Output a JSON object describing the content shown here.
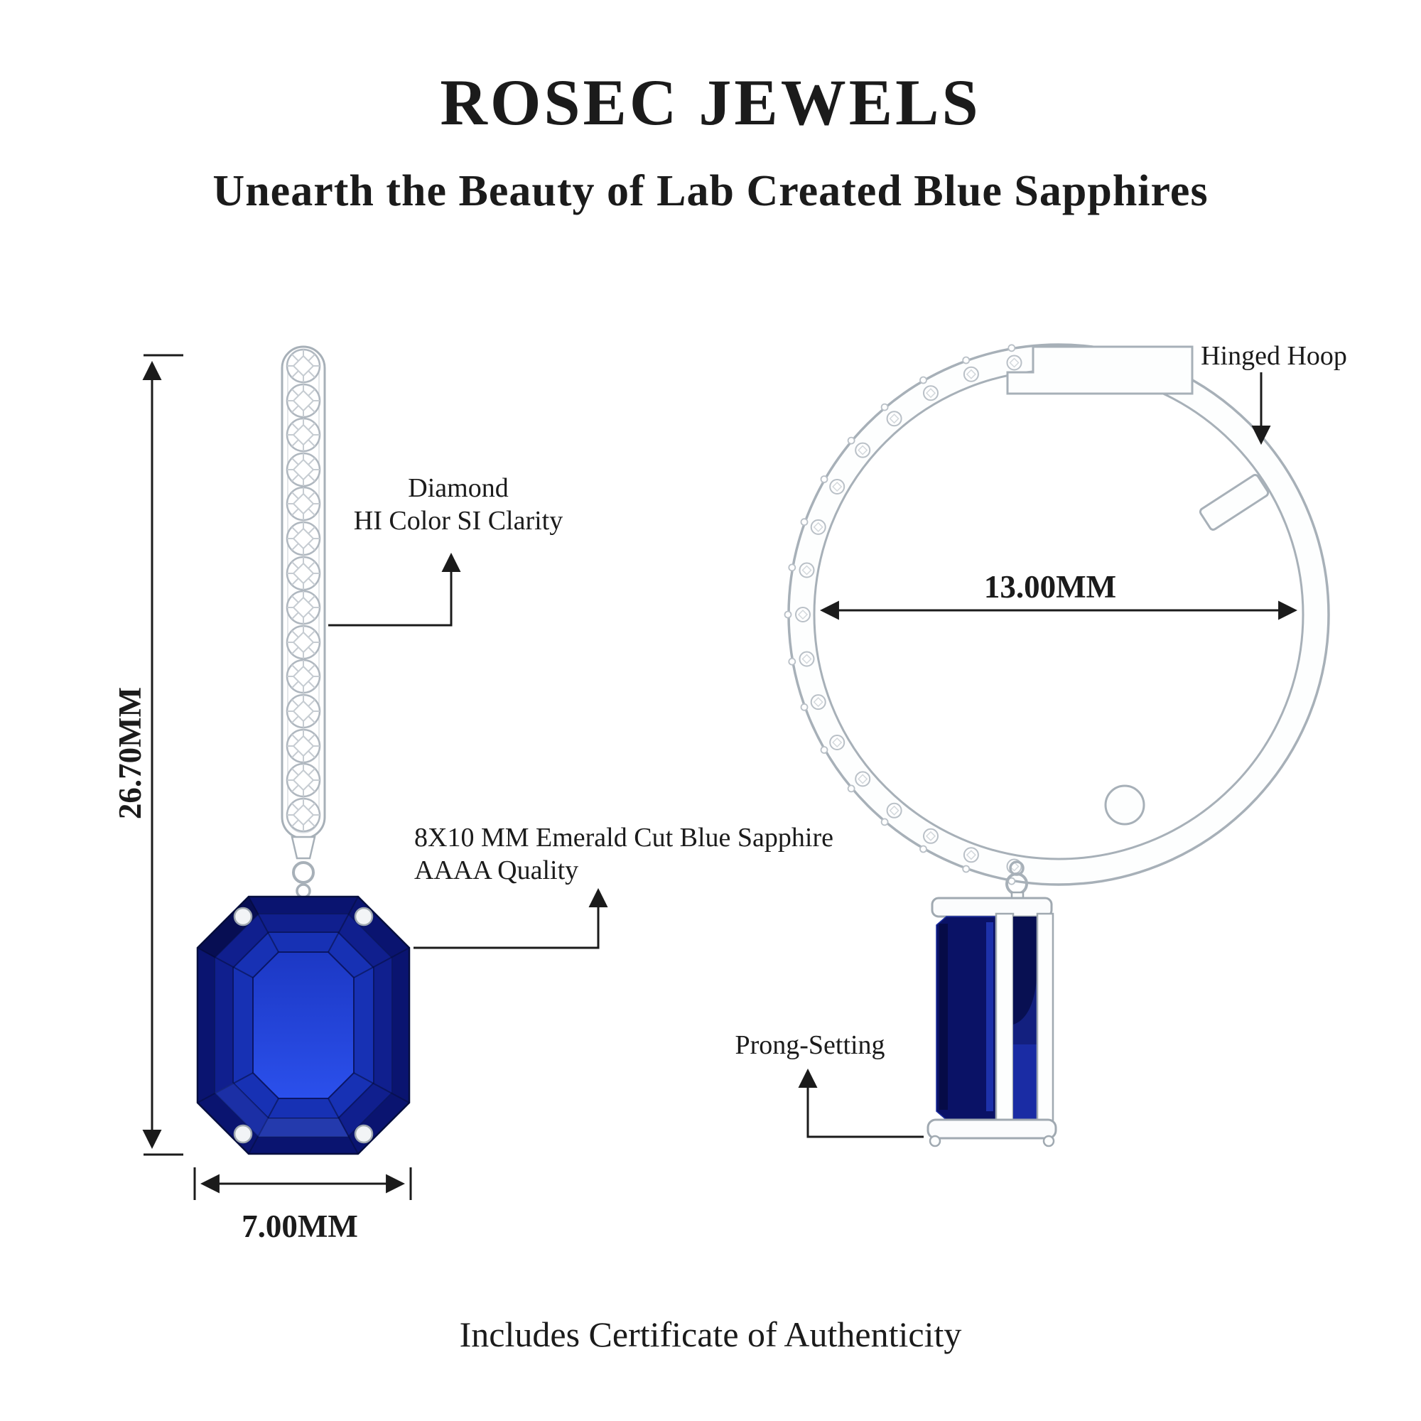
{
  "header": {
    "brand": "ROSEC JEWELS",
    "tagline": "Unearth the Beauty of Lab Created Blue Sapphires"
  },
  "annotations": {
    "diamond_line1": "Diamond",
    "diamond_line2": "HI Color SI Clarity",
    "sapphire_line1": "8X10 MM Emerald Cut Blue Sapphire",
    "sapphire_line2": "AAAA Quality",
    "hinged_hoop": "Hinged Hoop",
    "prong_setting": "Prong-Setting"
  },
  "dimensions": {
    "drop_height": "26.70MM",
    "stone_width": "7.00MM",
    "hoop_diameter": "13.00MM"
  },
  "footer": {
    "note": "Includes Certificate of Authenticity"
  },
  "colors": {
    "sapphire_dark": "#0A1470",
    "sapphire_mid": "#1731B4",
    "sapphire_bright": "#2B50EC",
    "metal_outline": "#A7B0B8",
    "annotation_ink": "#1B1B1B",
    "background": "#FFFFFF"
  }
}
